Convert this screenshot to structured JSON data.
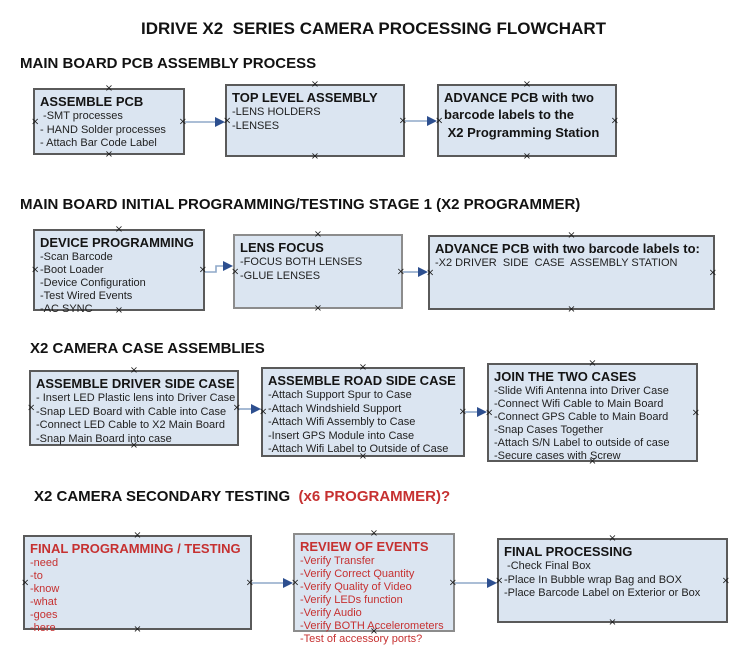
{
  "title": "IDRIVE X2  SERIES CAMERA PROCESSING FLOWCHART",
  "colors": {
    "box_fill": "#dbe5f1",
    "box_border": "#5a5a5a",
    "red_text": "#c63131",
    "black_text": "#121212",
    "arrow_line": "#8fa9c9",
    "arrow_head": "#2d4f8f"
  },
  "sections": [
    {
      "heading": "MAIN BOARD PCB ASSEMBLY PROCESS",
      "boxes": [
        {
          "title": "ASSEMBLE PCB",
          "items": [
            " -SMT processes",
            "- HAND Solder processes",
            "- Attach Bar Code Label"
          ]
        },
        {
          "title": "TOP LEVEL ASSEMBLY",
          "items": [
            "-LENS HOLDERS",
            "-LENSES"
          ]
        },
        {
          "title": "ADVANCE PCB with two",
          "items": [
            "barcode labels to the",
            " X2 Programming Station"
          ]
        }
      ]
    },
    {
      "heading": "MAIN BOARD INITIAL PROGRAMMING/TESTING STAGE 1 (X2 PROGRAMMER)",
      "boxes": [
        {
          "title": "DEVICE PROGRAMMING",
          "items": [
            "-Scan Barcode",
            "-Boot Loader",
            "-Device Configuration",
            "-Test Wired Events",
            "-AC SYNC"
          ]
        },
        {
          "title": "LENS FOCUS",
          "items": [
            "-FOCUS BOTH LENSES",
            "-GLUE LENSES"
          ]
        },
        {
          "title": "ADVANCE PCB with two barcode labels to:",
          "items": [
            "-X2 DRIVER  SIDE  CASE  ASSEMBLY STATION"
          ]
        }
      ]
    },
    {
      "heading": "X2 CAMERA CASE ASSEMBLIES",
      "boxes": [
        {
          "title": "ASSEMBLE DRIVER SIDE CASE",
          "items": [
            "- Insert LED Plastic lens into Driver Case",
            "-Snap LED Board with Cable into Case",
            "-Connect LED Cable to X2 Main Board",
            "-Snap Main Board into case"
          ]
        },
        {
          "title": "ASSEMBLE ROAD SIDE CASE",
          "items": [
            "-Attach Support Spur to Case",
            "-Attach Windshield Support",
            "-Attach Wifi Assembly to Case",
            "-Insert GPS Module into Case",
            "-Attach Wifi Label to Outside of Case"
          ]
        },
        {
          "title": "JOIN THE TWO CASES",
          "items": [
            "-Slide Wifi Antenna into Driver Case",
            "-Connect Wifi Cable to Main Board",
            "-Connect GPS Cable to Main Board",
            "-Snap Cases Together",
            "-Attach S/N Label to outside of case",
            "-Secure cases with Screw"
          ]
        }
      ]
    },
    {
      "heading": "X2 CAMERA SECONDARY TESTING",
      "heading_suffix": "  (x6 PROGRAMMER)?",
      "boxes": [
        {
          "title": "FINAL PROGRAMMING / TESTING",
          "items": [
            "-need",
            "-to",
            "-know",
            "-what",
            "-goes",
            "-here"
          ]
        },
        {
          "title": "REVIEW OF EVENTS",
          "items": [
            "-Verify Transfer",
            "-Verify Correct Quantity",
            "-Verify Quality of Video",
            "-Verify LEDs function",
            "-Verify Audio",
            "-Verify BOTH Accelerometers",
            "-Test of accessory ports?"
          ]
        },
        {
          "title": "FINAL PROCESSING",
          "items": [
            " -Check Final Box",
            "-Place In Bubble wrap Bag and BOX",
            "-Place Barcode Label on Exterior or Box"
          ]
        }
      ]
    }
  ],
  "connectors": [
    {
      "from": "ASSEMBLE PCB",
      "to": "TOP LEVEL ASSEMBLY"
    },
    {
      "from": "TOP LEVEL ASSEMBLY",
      "to": "ADVANCE PCB with two barcode labels to the X2 Programming Station"
    },
    {
      "from": "DEVICE PROGRAMMING",
      "to": "LENS FOCUS"
    },
    {
      "from": "LENS FOCUS",
      "to": "ADVANCE PCB with two barcode labels to: -X2 DRIVER SIDE CASE ASSEMBLY STATION"
    },
    {
      "from": "ASSEMBLE DRIVER SIDE CASE",
      "to": "ASSEMBLE ROAD SIDE CASE"
    },
    {
      "from": "ASSEMBLE ROAD SIDE CASE",
      "to": "JOIN THE TWO CASES"
    },
    {
      "from": "FINAL PROGRAMMING / TESTING",
      "to": "REVIEW OF EVENTS"
    },
    {
      "from": "REVIEW OF EVENTS",
      "to": "FINAL PROCESSING"
    }
  ]
}
